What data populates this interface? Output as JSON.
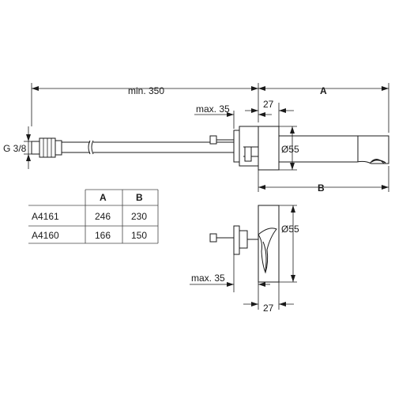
{
  "dimensions": {
    "min_length": "min. 350",
    "dim_a": "A",
    "dim_b": "B",
    "max_depth_top": "max. 35",
    "max_depth_bottom": "max. 35",
    "width_top": "27",
    "width_bottom": "27",
    "diameter_top": "Ø55",
    "diameter_bottom": "Ø55",
    "thread": "G 3/8"
  },
  "table": {
    "headers": [
      "A",
      "B"
    ],
    "rows": [
      {
        "model": "A4161",
        "a": "246",
        "b": "230"
      },
      {
        "model": "A4160",
        "a": "166",
        "b": "150"
      }
    ]
  }
}
